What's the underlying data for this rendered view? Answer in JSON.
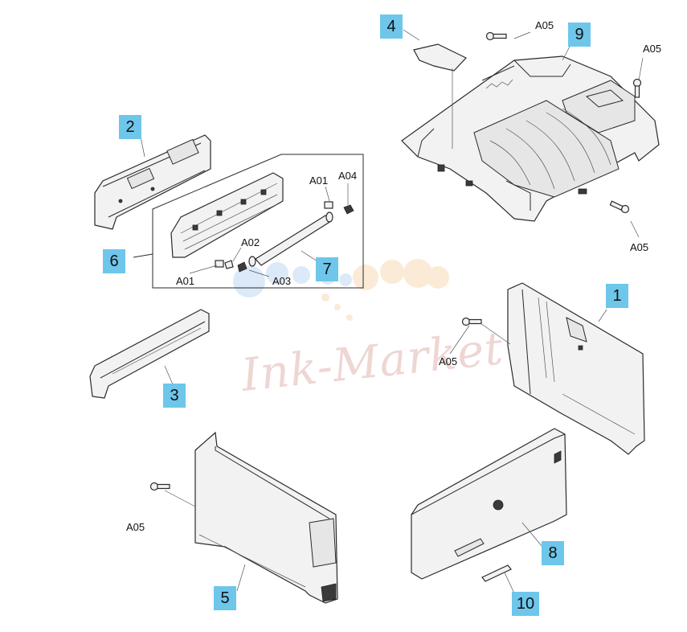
{
  "callouts": {
    "c1": "1",
    "c2": "2",
    "c3": "3",
    "c4": "4",
    "c5": "5",
    "c6": "6",
    "c7": "7",
    "c8": "8",
    "c9": "9",
    "c10": "10"
  },
  "refs": {
    "a05_top": "A05",
    "a05_top_right": "A05",
    "a05_right": "A05",
    "a05_mid": "A05",
    "a05_left": "A05",
    "a01_top": "A01",
    "a04": "A04",
    "a02": "A02",
    "a01_bottom": "A01",
    "a03": "A03"
  },
  "watermark": "Ink-Market",
  "colors": {
    "callout_fill": "#6ec6ea",
    "watermark": "#c8786e"
  }
}
